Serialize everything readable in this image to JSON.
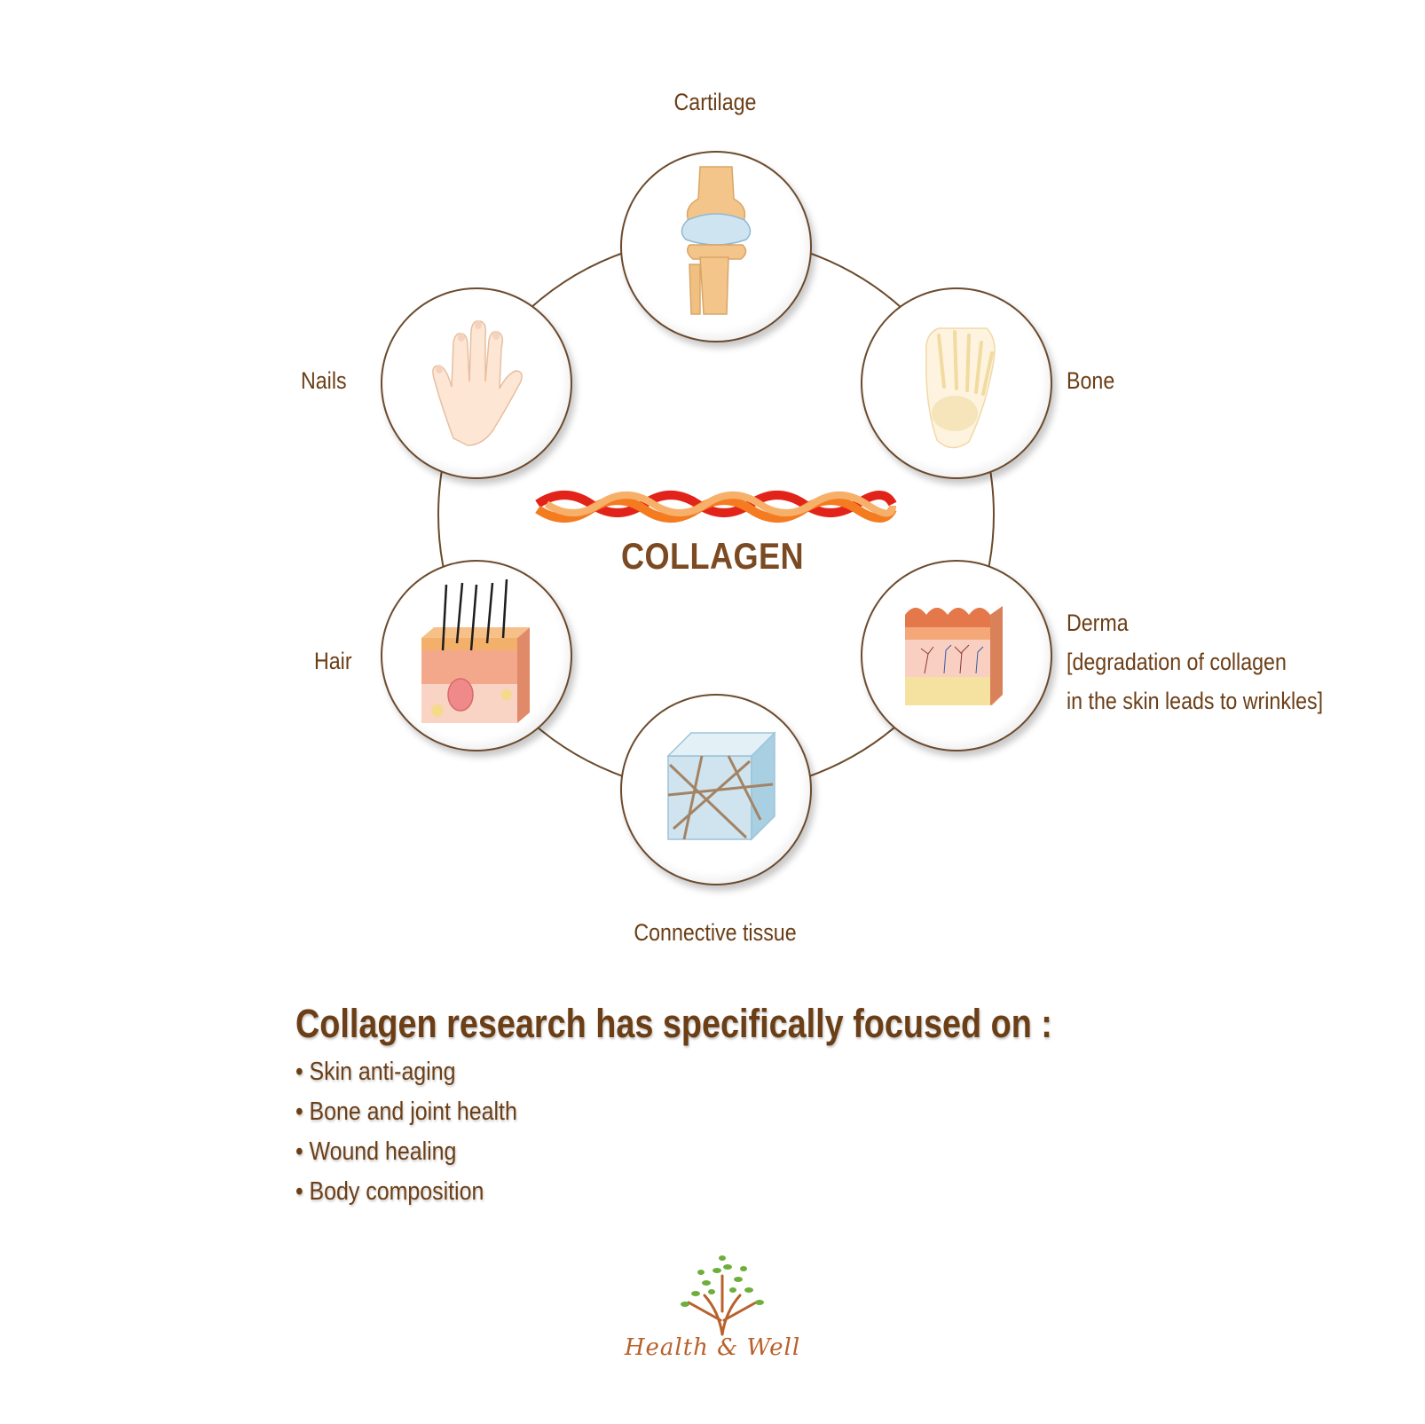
{
  "center": {
    "title": "COLLAGEN"
  },
  "nodes": {
    "cartilage": {
      "label": "Cartilage"
    },
    "bone": {
      "label": "Bone"
    },
    "derma": {
      "label": "Derma",
      "note_line1": "[degradation of collagen",
      "note_line2": "in the skin leads to wrinkles]"
    },
    "connective": {
      "label": "Connective tissue"
    },
    "hair": {
      "label": "Hair"
    },
    "nails": {
      "label": "Nails"
    }
  },
  "research": {
    "heading": "Collagen research has specifically focused on :",
    "items": [
      "Skin anti-aging",
      "Bone and joint health",
      "Wound healing",
      "Body composition"
    ],
    "bullet": "•"
  },
  "brand": {
    "name": "Health & Well"
  },
  "colors": {
    "text": "#6b3e16",
    "ring": "#6b4a2c",
    "brand": "#b8612b",
    "leaf": "#6fae3a",
    "fiber_red": "#e2231a",
    "fiber_orange": "#f47b20",
    "fiber_light": "#f7b06a"
  }
}
